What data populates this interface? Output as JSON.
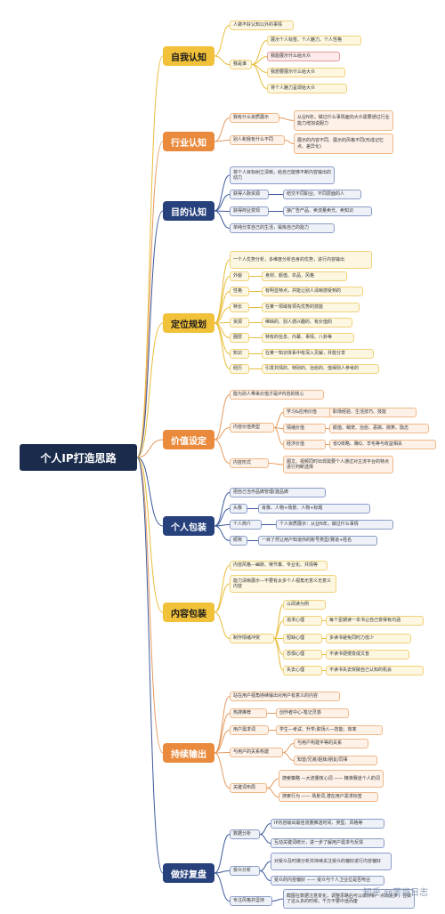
{
  "title": "个人IP打造思路",
  "watermark": "知乎 @苦哥日志",
  "categories": [
    {
      "label": "自我认知"
    },
    {
      "label": "行业认知"
    },
    {
      "label": "目的认知"
    },
    {
      "label": "定位规划"
    },
    {
      "label": "价值设定"
    },
    {
      "label": "个人包装"
    },
    {
      "label": "内容包装"
    },
    {
      "label": "持续输出"
    },
    {
      "label": "做好复盘"
    }
  ],
  "nodes": [
    "人做不好认知以外的事情",
    "我是谁",
    "展示个人标签、个人魅力、个人性格",
    "我能展示什么给大众",
    "我想要展示什么给大众",
    "将个人魅力呈现给大众",
    "我有什么资质展示",
    "从业N年，做过什么事情面向大众需要通过行业能力增加说服力",
    "别人和我有什么不同",
    "展示的内容不同、展示的风格不同(形成记忆点、差异化)",
    "将个人目标树立清晰，给自己能够不断内容输出的动力",
    "获得人脉资源",
    "结交不同职业、不同层面的人",
    "获得商业变现",
    "接广告产品、卖流量卖光、卖知识",
    "单纯分享自己的生活，锻炼自己的能力",
    "一个人优势分析，多维度分析自身的优势，进行内容输出",
    "外貌",
    "身材、颜值、衣品、风格",
    "性格",
    "有明显特点，并能让别人清晰感受到的",
    "特长",
    "在某一领域有领先优势的技能",
    "资源",
    "稀缺的、别人感兴趣的、有价值的",
    "圈层",
    "特有的信息、内幕、事情、八卦等",
    "知识",
    "在某一知识体系中有深入见解，并能分享",
    "经历",
    "引发共情的、特别的、治愈的、值得别人参考的",
    "能为别人带来价值才是IP内容的核心",
    "内容价值类型",
    "学习&应用价值",
    "职场经验、生活技巧、技能",
    "情绪价值",
    "颜值、萌宠、治愈、恶搞、搞笑、励志",
    "经济价值",
    "省Q攻略、赚Q、羊毛等与收益相关",
    "内容形式",
    "图文、视频同时出现需要个人通过对主流平台的特点进行判断选择",
    "把自己当作品牌管理(建品牌",
    "头像",
    "肖像、人物+场景、人物+标题",
    "个人简介",
    "个人资质展示：从业N年，做过什么事情",
    "昵称",
    "一目了然让用户知道你的账号类型(赛道+姓名",
    "内容风格—幽默、犊节奏、专业化、共情等",
    "能力清晰展示—不要有太多个人视角无意义无意义内容",
    "制作情绪冲突",
    "以阅读为例",
    "追求心理",
    "每个星期读一本书让自己变得有内涵",
    "短缺心理",
    "多读书避免同时力低少",
    "恐惧心理",
    "不读书便慢变成文盲",
    "失去心理",
    "不读书失去突破自己认知的机会",
    "站在用户视角持续输出对用户有意义的内容",
    "热搜推荐",
    "创作者中心-笔记灵感",
    "用户需求词",
    "学生—考试、升学;职场人—技能、效率",
    "与用户的关系构建",
    "与用户构建平等的关系",
    "知音/兄弟/姐妹/朋友/同事",
    "关键词布局",
    "搜索策略 —大流量核心词 —— 精准赛道个人的词",
    "搜索行为 —— 场景词,潜在用户需求标签",
    "数据分析",
    "IP内容输出最佳流量推送时间、类型、风格等",
    "互动关键词统计，进一步了解用户需求与反馈",
    "受众分析",
    "对受众及时做分析并持续关注受众的偏好进行内容偏好",
    "受众的内容偏好 —— 受众与个人卫业位是否吻合",
    "专注风格并坚持",
    "截图在数据注意变化，调整思路后可以做好新一点的进步，在做了这么多的时候，千万不要中途而废"
  ],
  "colors": {
    "central": "#1a2b4c",
    "yellow": "#f2c13a",
    "orange": "#ea8a3d",
    "blue": "#27417c"
  }
}
